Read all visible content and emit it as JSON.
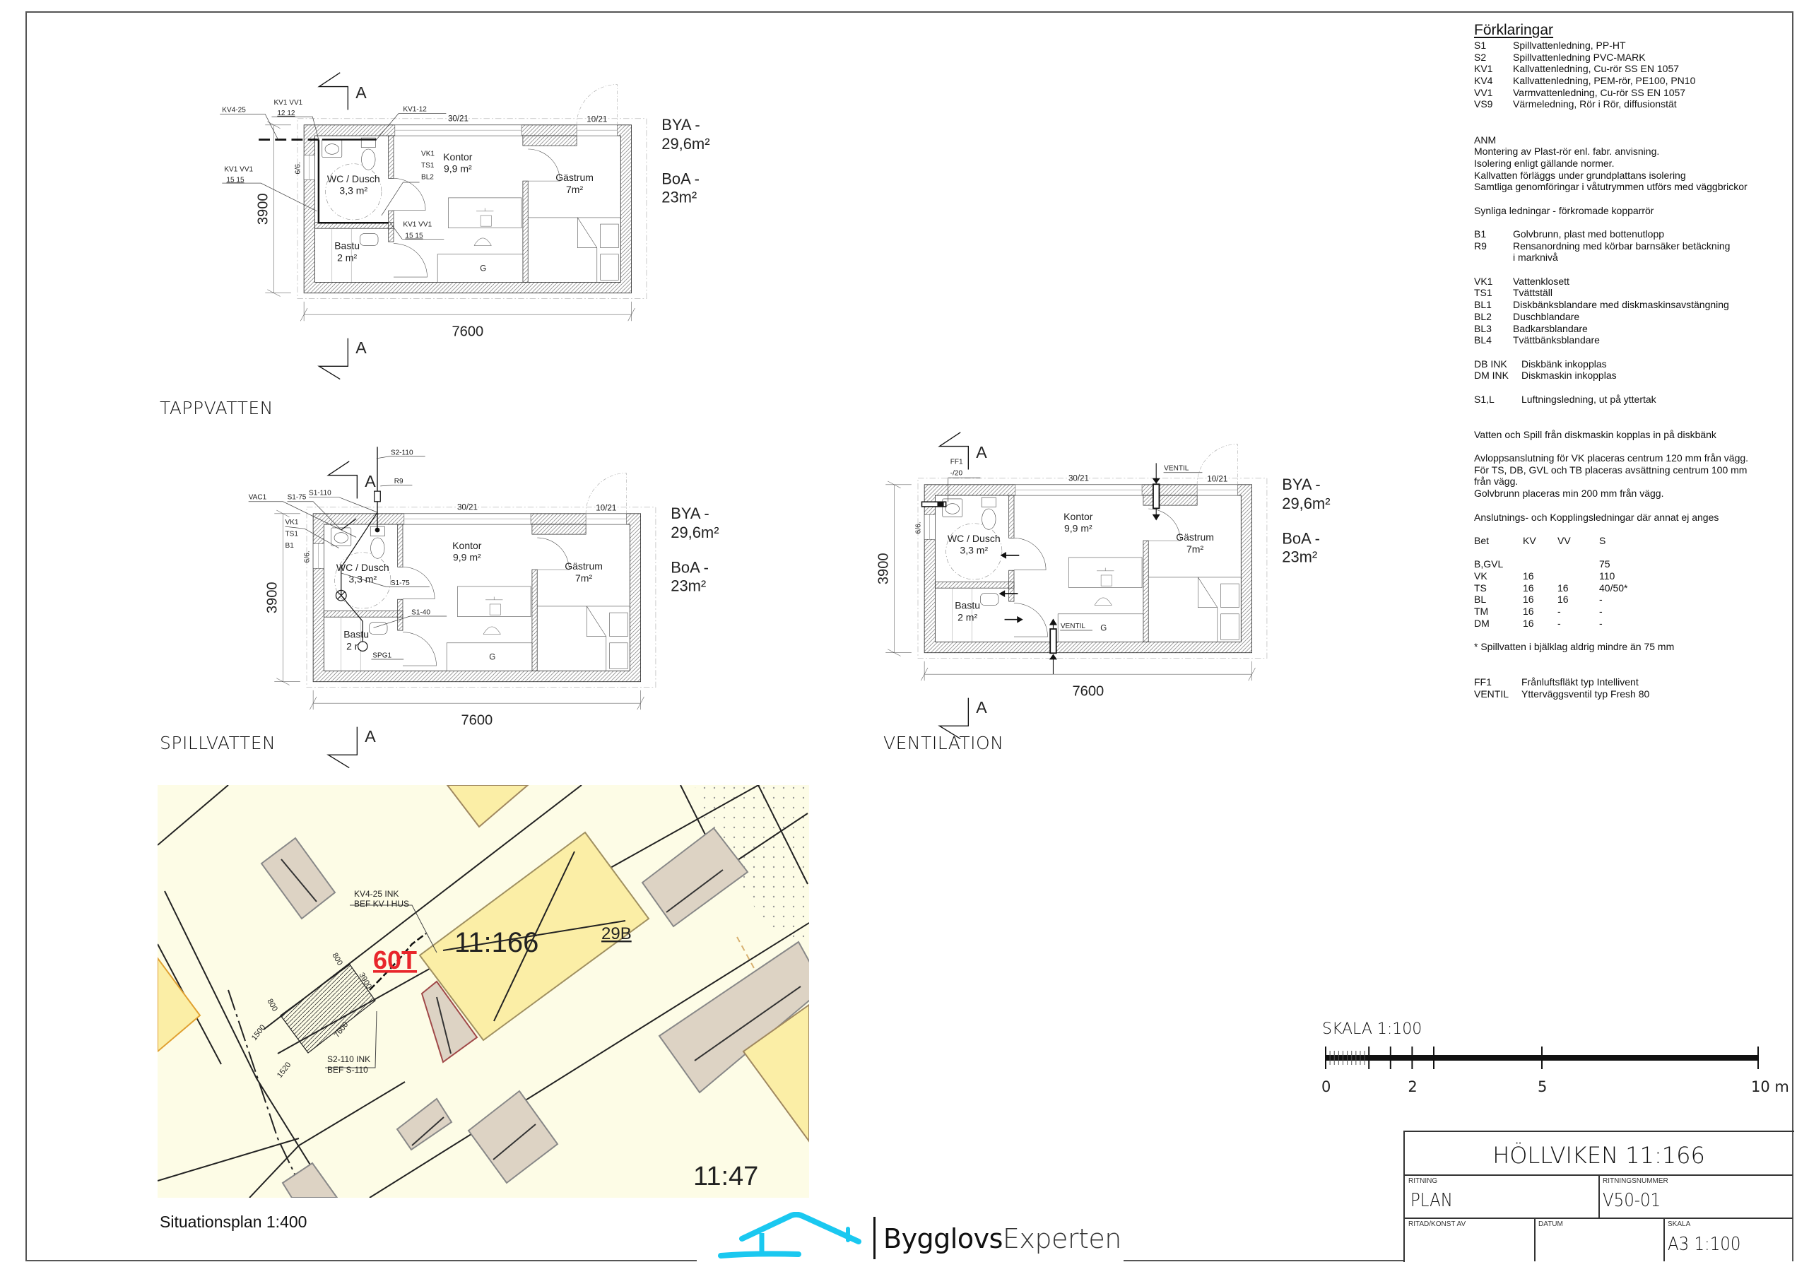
{
  "legend": {
    "title": "Förklaringar",
    "pipes": [
      {
        "code": "S1",
        "text": "Spillvattenledning, PP-HT"
      },
      {
        "code": "S2",
        "text": "Spillvattenledning PVC-MARK"
      },
      {
        "code": "KV1",
        "text": "Kallvattenledning, Cu-rör SS EN 1057"
      },
      {
        "code": "KV4",
        "text": "Kallvattenledning, PEM-rör, PE100, PN10"
      },
      {
        "code": "VV1",
        "text": "Varmvattenledning, Cu-rör SS EN 1057"
      },
      {
        "code": "VS9",
        "text": "Värmeledning, Rör i Rör, diffusionstät"
      }
    ],
    "anm_title": "ANM",
    "anm": [
      "Montering av Plast-rör enl. fabr. anvisning.",
      "Isolering enligt gällande normer.",
      "Kallvatten förläggs under grundplattans isolering",
      "Samtliga genomföringar i våtutrymmen utförs med väggbrickor"
    ],
    "visible_pipes": "Synliga ledningar - förkromade kopparrör",
    "drains": [
      {
        "code": "B1",
        "text": "Golvbrunn, plast med bottenutlopp"
      },
      {
        "code": "R9",
        "text": "Rensanordning med körbar barnsäker betäckning"
      }
    ],
    "drains_cont": "i marknivå",
    "fixtures": [
      {
        "code": "VK1",
        "text": "Vattenklosett"
      },
      {
        "code": "TS1",
        "text": "Tvättställ"
      },
      {
        "code": "BL1",
        "text": "Diskbänksblandare med diskmaskinsavstängning"
      },
      {
        "code": "BL2",
        "text": "Duschblandare"
      },
      {
        "code": "BL3",
        "text": "Badkarsblandare"
      },
      {
        "code": "BL4",
        "text": "Tvättbänksblandare"
      }
    ],
    "inkoppling": [
      {
        "code": "DB INK",
        "text": "Diskbänk inkopplas"
      },
      {
        "code": "DM INK",
        "text": "Diskmaskin inkopplas"
      }
    ],
    "vent_line": {
      "code": "S1,L",
      "text": "Luftningsledning, ut på yttertak"
    },
    "dishwasher_note": "Vatten och Spill från diskmaskin kopplas in på diskbänk",
    "connection_notes": [
      "Avloppsanslutning för VK placeras centrum 120 mm från vägg.",
      "För TS, DB, GVL och TB placeras avsättning centrum 100 mm",
      "från vägg.",
      "Golvbrunn placeras min 200 mm från vägg."
    ],
    "table_caption": "Anslutnings- och Kopplingsledningar där annat ej anges",
    "table_headers": [
      "Bet",
      "KV",
      "VV",
      "S"
    ],
    "table_rows": [
      [
        "B,GVL",
        "",
        "",
        "75"
      ],
      [
        "VK",
        "16",
        "",
        "110"
      ],
      [
        "TS",
        "16",
        "16",
        "40/50*"
      ],
      [
        "BL",
        "16",
        "16",
        "-"
      ],
      [
        "TM",
        "16",
        "-",
        "-"
      ],
      [
        "DM",
        "16",
        "-",
        "-"
      ]
    ],
    "footnote": "*  Spillvatten i bjälklag aldrig mindre än 75 mm",
    "ventilation": [
      {
        "code": "FF1",
        "text": "Frånluftsfläkt typ Intellivent"
      },
      {
        "code": "VENTIL",
        "text": "Ytterväggsventil typ Fresh 80"
      }
    ]
  },
  "building": {
    "rooms": {
      "wc": "WC / Dusch",
      "wc_area": "3,3 m²",
      "kontor": "Kontor",
      "kontor_area": "9,9 m²",
      "gastrum": "Gästrum",
      "gastrum_area": "7m²",
      "bastu": "Bastu",
      "bastu_area": "2 m²",
      "kitchen": "G"
    },
    "windows": {
      "main": "30/21",
      "door": "10/21",
      "side": "6/6."
    },
    "dims": {
      "width": "7600",
      "depth": "3900"
    },
    "areas": {
      "bya_label": "BYA -",
      "bya": "29,6m²",
      "boa_label": "BoA -",
      "boa": "23m²"
    },
    "section": "A"
  },
  "plans": [
    {
      "title": "TAPPVATTEN",
      "labels": {
        "kv4_25": "KV4-25",
        "kv1vv1_a": "KV1 VV1",
        "dim_a": "12   12",
        "kv1_12": "KV1-12",
        "vk1": "VK1",
        "ts1": "TS1",
        "bl2": "BL2",
        "kv1vv1_b": "KV1 VV1",
        "dim_b": "15   15",
        "kv1vv1_c": "KV1 VV1",
        "dim_c": "15   15"
      }
    },
    {
      "title": "SPILLVATTEN",
      "labels": {
        "s2_110": "S2-110",
        "r9": "R9",
        "s1_110": "S1-110",
        "s1_75a": "S1-75",
        "vac1": "VAC1",
        "vk1": "VK1",
        "ts1": "TS1",
        "b1": "B1",
        "s1_75b": "S1-75",
        "s1_40": "S1-40",
        "spg1": "SPG1"
      }
    },
    {
      "title": "VENTILATION",
      "labels": {
        "ff1": "FF1",
        "ff1_size": "-/20",
        "ventil_top": "VENTIL",
        "ventil_bottom": "VENTIL"
      }
    }
  ],
  "site_plan": {
    "caption": "Situationsplan 1:400",
    "property": "11:166",
    "house_no": "29B",
    "new_building": "60T",
    "neighbor": "11:47",
    "kv_note": [
      "KV4-25 INK",
      "BEF KV I HUS"
    ],
    "s_note": [
      "S2-110 INK",
      "BEF S-110"
    ],
    "dims": [
      "800",
      "800",
      "3900",
      "7600",
      "1500",
      "1520"
    ],
    "colors": {
      "ground": "#fdfce6",
      "building": "#fbeea6",
      "shed": "#ddd3c4",
      "accent": "#e8262b"
    }
  },
  "scale_bar": {
    "title": "SKALA 1:100",
    "labels": [
      "0",
      "2",
      "5",
      "10 m"
    ],
    "ticks_m": [
      0,
      1,
      1.5,
      2,
      2.5,
      5,
      10
    ]
  },
  "title_block": {
    "project": "HÖLLVIKEN 11:166",
    "ritning_label": "RITNING",
    "ritning": "PLAN",
    "nummer_label": "RITNINGSNUMMER",
    "nummer": "V50-01",
    "ritad_label": "RITAD/KONST AV",
    "datum_label": "DATUM",
    "skala_label": "SKALA",
    "skala": "A3 1:100"
  },
  "logo": {
    "part1": "Bygglovs",
    "part2": "Experten",
    "color": "#1ac8f0"
  }
}
